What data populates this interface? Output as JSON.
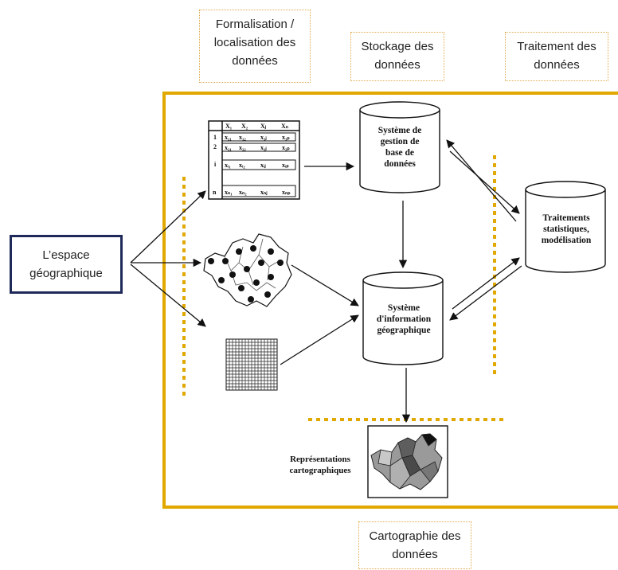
{
  "headers": {
    "formalisation": "Formalisation / localisation des données",
    "stockage": "Stockage des données",
    "traitement": "Traitement des données",
    "cartographie": "Cartographie des données"
  },
  "source_box": "L’espace géographique",
  "cylinders": {
    "sgbd": "Système de gestion de base de données",
    "sig": "Système d'information géographique",
    "traitements": "Traitements statistiques, modélisation"
  },
  "carto_label": "Représentations cartographiques",
  "matrix": {
    "headers": [
      "X₁",
      "X₂",
      "Xⱼ",
      "Xₙ"
    ],
    "row_labels": [
      "1",
      "2",
      "i",
      "n"
    ],
    "rows": [
      [
        "x₁₁",
        "x₁₂",
        "x₁ⱼ",
        "x₁ₚ"
      ],
      [
        "x₂₁",
        "x₂₂",
        "x₂ⱼ",
        "x₂ₚ"
      ],
      [
        "xᵢ₁",
        "xᵢ₂",
        "xᵢⱼ",
        "xᵢₚ"
      ],
      [
        "xₙ₁",
        "xₙ₂",
        "xₙⱼ",
        "xₙₚ"
      ]
    ]
  },
  "colors": {
    "frame": "#e0a800",
    "box_border": "#1f2a5a",
    "dotted_lines": "#e0a800",
    "header_border": "#e0a94b"
  }
}
